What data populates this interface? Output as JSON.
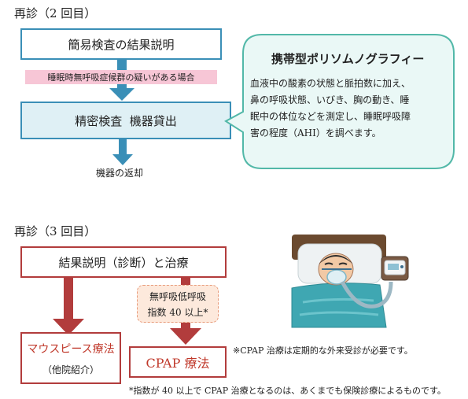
{
  "section1": {
    "title": "再診（2 回目）",
    "box_top": "簡易検査の結果説明",
    "condition_label": "睡眠時無呼吸症候群の疑いがある場合",
    "box_middle": "精密検査  機器貸出",
    "return_label": "機器の返却",
    "bubble": {
      "title": "携帯型ポリソムノグラフィー",
      "lines": [
        "血液中の酸素の状態と脈拍数に加え、",
        "鼻の呼吸状態、いびき、胸の動き、睡",
        "眠中の体位などを測定し、睡眠呼吸障",
        "害の程度（AHI）を調べます。"
      ]
    }
  },
  "section2": {
    "title": "再診（3 回目）",
    "box_top": "結果説明（診断）と治療",
    "condition_lines": [
      "無呼吸低呼吸",
      "指数 40 以上*"
    ],
    "left_result": "マウスピース療法",
    "left_sub": "（他院紹介）",
    "right_result": "CPAP 療法",
    "note_cpap": "※CPAP 治療は定期的な外来受診が必要です。",
    "footnote": "*指数が 40 以上で CPAP 治療となるのは、あくまでも保険診療によるものです。"
  },
  "colors": {
    "blue_border": "#3a8fb7",
    "blue_fill": "#dff0f5",
    "pink_label": "#f7c6d6",
    "bubble_border": "#52b8a8",
    "bubble_fill": "#eaf8f6",
    "red_border": "#b23c3c",
    "red_text": "#c0392b"
  },
  "icons": [
    "cpap-patient-illustration"
  ]
}
